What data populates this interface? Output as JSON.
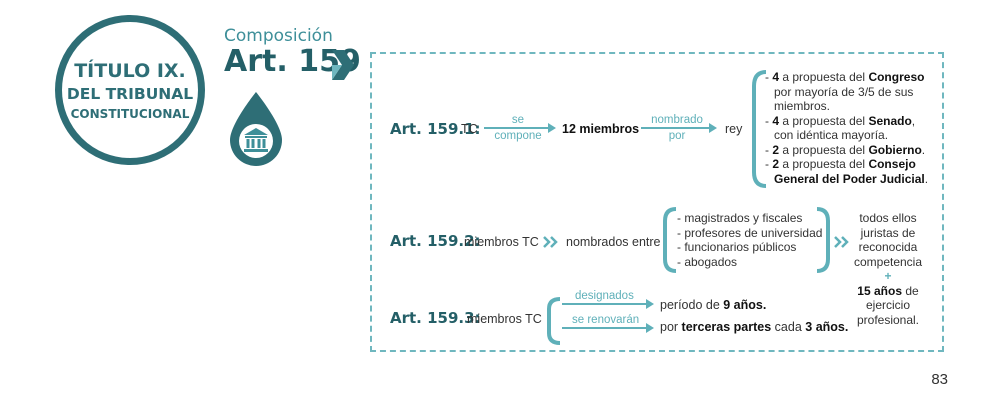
{
  "header": {
    "subtitle": "Composición",
    "article": "Art. 159"
  },
  "badge": {
    "line1": "TÍTULO IX.",
    "line2": "DEL TRIBUNAL",
    "line3": "CONSTITUCIONAL"
  },
  "section1": {
    "label": "Art. 159.1:",
    "subject": "TC",
    "arrow1_top": "se",
    "arrow1_bottom": "compone",
    "members": "12 miembros",
    "arrow2_top": "nombrado",
    "arrow2_bottom": "por",
    "appointer": "rey",
    "items": [
      {
        "pre": "- ",
        "num": "4",
        "mid": " a propuesta del ",
        "bold": "Congreso",
        "post": ""
      },
      {
        "pre": "",
        "num": "",
        "mid": "por mayoría de 3/5 de sus",
        "bold": "",
        "post": ""
      },
      {
        "pre": "",
        "num": "",
        "mid": "miembros.",
        "bold": "",
        "post": ""
      },
      {
        "pre": "- ",
        "num": "4",
        "mid": " a propuesta del ",
        "bold": "Senado",
        "post": ","
      },
      {
        "pre": "",
        "num": "",
        "mid": "con idéntica mayoría.",
        "bold": "",
        "post": ""
      },
      {
        "pre": "- ",
        "num": "2",
        "mid": " a propuesta del ",
        "bold": "Gobierno",
        "post": "."
      },
      {
        "pre": "- ",
        "num": "2",
        "mid": " a propuesta del ",
        "bold": "Consejo",
        "post": ""
      },
      {
        "pre": "",
        "num": "",
        "mid": "",
        "bold": "General del Poder Judicial",
        "post": "."
      }
    ]
  },
  "section2": {
    "label": "Art. 159.2:",
    "subject": "miembros TC",
    "connector": "nombrados entre",
    "items": [
      "- magistrados y fiscales",
      "- profesores de universidad",
      "- funcionarios públicos",
      "- abogados"
    ],
    "result_lines": [
      "todos ellos",
      "juristas de",
      "reconocida",
      "competencia"
    ],
    "plus": "+",
    "extra_bold": "15 años",
    "extra_lines": [
      " de",
      "ejercicio",
      "profesional."
    ]
  },
  "section3": {
    "label": "Art. 159.3:",
    "subject": "miembros TC",
    "arrow1_label": "designados",
    "arrow1_pre": "período de ",
    "arrow1_bold": "9 años.",
    "arrow2_label": "se renovarán",
    "arrow2_pre": "por ",
    "arrow2_bold": "terceras partes",
    "arrow2_mid": " cada ",
    "arrow2_bold2": "3 años."
  },
  "page_number": "83",
  "colors": {
    "dark_teal": "#2e6e76",
    "teal": "#3e8f99",
    "light_teal": "#6fb7bf"
  }
}
